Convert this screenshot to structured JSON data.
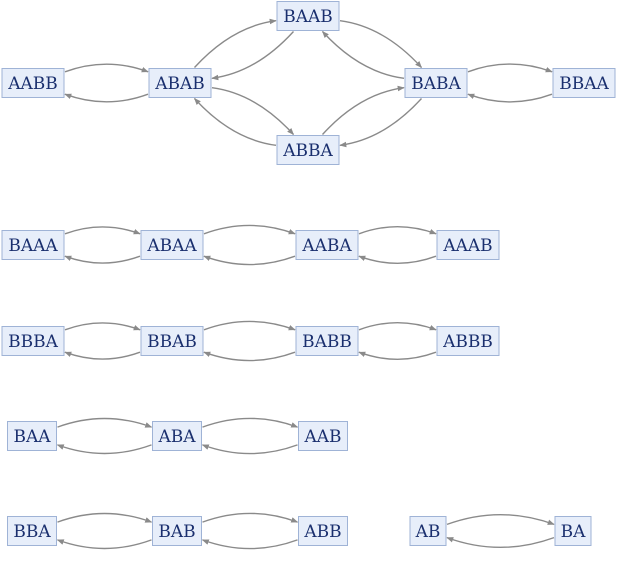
{
  "diagram": {
    "components": [
      {
        "nodes": [
          "AABB",
          "ABAB",
          "BAAB",
          "ABBA",
          "BABA",
          "BBAA"
        ],
        "edges": [
          [
            "AABB",
            "ABAB"
          ],
          [
            "ABAB",
            "AABB"
          ],
          [
            "ABAB",
            "BAAB"
          ],
          [
            "BAAB",
            "ABAB"
          ],
          [
            "ABAB",
            "ABBA"
          ],
          [
            "ABBA",
            "ABAB"
          ],
          [
            "BAAB",
            "BABA"
          ],
          [
            "BABA",
            "BAAB"
          ],
          [
            "ABBA",
            "BABA"
          ],
          [
            "BABA",
            "ABBA"
          ],
          [
            "BABA",
            "BBAA"
          ],
          [
            "BBAA",
            "BABA"
          ]
        ]
      },
      {
        "nodes": [
          "BAAA",
          "ABAA",
          "AABA",
          "AAAB"
        ],
        "edges": [
          [
            "BAAA",
            "ABAA"
          ],
          [
            "ABAA",
            "BAAA"
          ],
          [
            "ABAA",
            "AABA"
          ],
          [
            "AABA",
            "ABAA"
          ],
          [
            "AABA",
            "AAAB"
          ],
          [
            "AAAB",
            "AABA"
          ]
        ]
      },
      {
        "nodes": [
          "BBBA",
          "BBAB",
          "BABB",
          "ABBB"
        ],
        "edges": [
          [
            "BBBA",
            "BBAB"
          ],
          [
            "BBAB",
            "BBBA"
          ],
          [
            "BBAB",
            "BABB"
          ],
          [
            "BABB",
            "BBAB"
          ],
          [
            "BABB",
            "ABBB"
          ],
          [
            "ABBB",
            "BABB"
          ]
        ]
      },
      {
        "nodes": [
          "BAA",
          "ABA",
          "AAB"
        ],
        "edges": [
          [
            "BAA",
            "ABA"
          ],
          [
            "ABA",
            "BAA"
          ],
          [
            "ABA",
            "AAB"
          ],
          [
            "AAB",
            "ABA"
          ]
        ]
      },
      {
        "nodes": [
          "BBA",
          "BAB",
          "ABB"
        ],
        "edges": [
          [
            "BBA",
            "BAB"
          ],
          [
            "BAB",
            "BBA"
          ],
          [
            "BAB",
            "ABB"
          ],
          [
            "ABB",
            "BAB"
          ]
        ]
      },
      {
        "nodes": [
          "AB",
          "BA"
        ],
        "edges": [
          [
            "AB",
            "BA"
          ],
          [
            "BA",
            "AB"
          ]
        ]
      }
    ]
  }
}
